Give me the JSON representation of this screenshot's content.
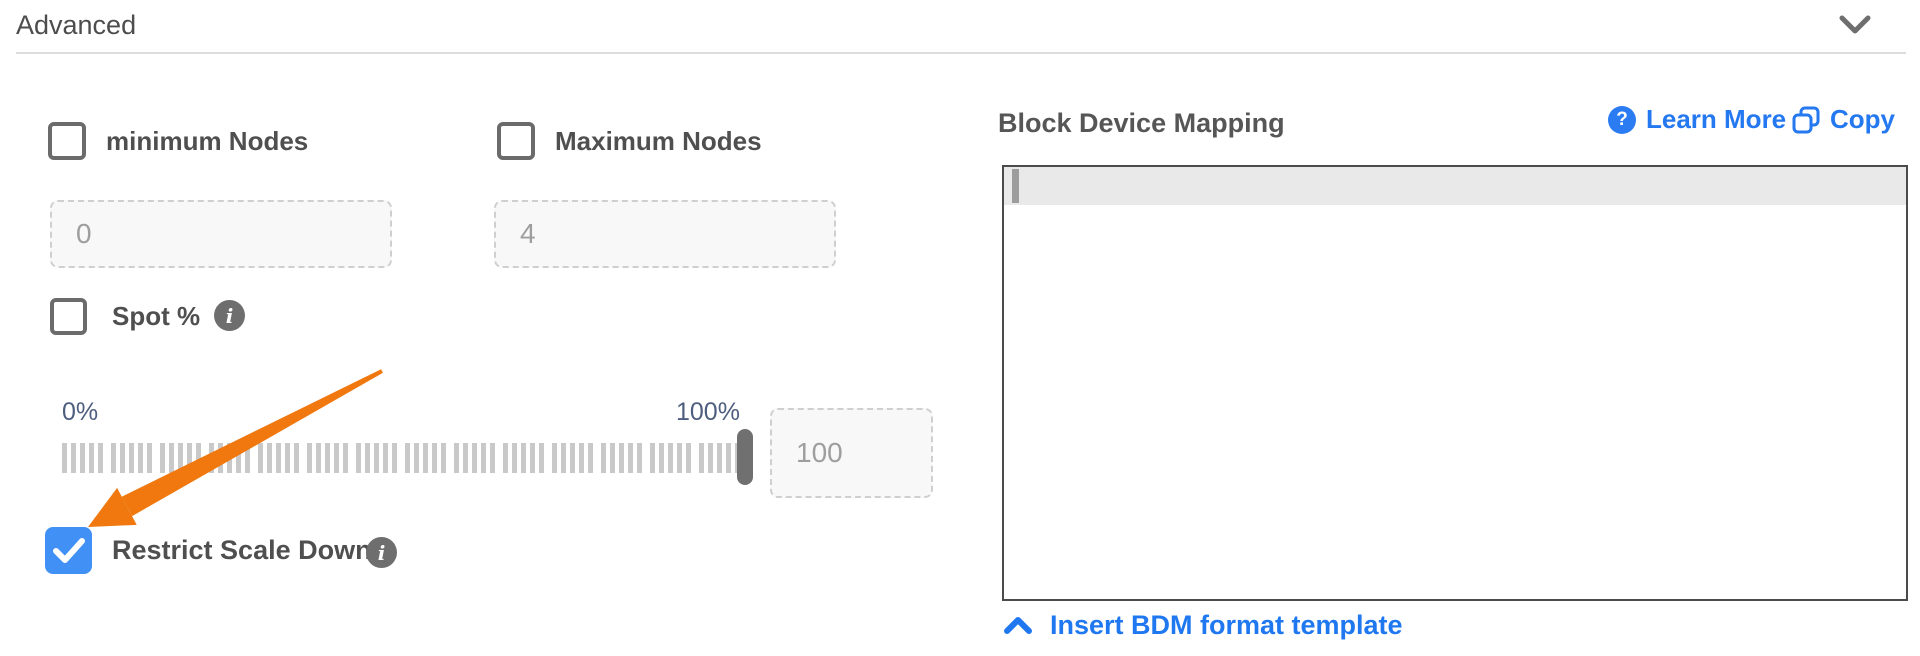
{
  "header": {
    "title": "Advanced",
    "collapse_icon": "chevron-down-icon"
  },
  "advanced_section": {
    "minimum_nodes": {
      "label": "minimum Nodes",
      "checked": false,
      "value": "0"
    },
    "maximum_nodes": {
      "label": "Maximum Nodes",
      "checked": false,
      "value": "4"
    },
    "spot_percent": {
      "label": "Spot %",
      "checked": false,
      "info_icon": "info-icon"
    },
    "spot_slider": {
      "min_label": "0%",
      "max_label": "100%",
      "value": "100"
    },
    "restrict_scale_down": {
      "label": "Restrict Scale Down",
      "checked": true,
      "info_icon": "info-icon"
    },
    "annotation": {
      "type": "orange-arrow",
      "points_to": "restrict_scale_down checkbox"
    }
  },
  "block_device_mapping": {
    "title": "Block Device Mapping",
    "learn_more_label": "Learn More",
    "copy_label": "Copy",
    "editor_content": "",
    "insert_template_label": "Insert BDM format template"
  },
  "colors": {
    "checked_checkbox_blue": "#4090f5",
    "link_blue": "#2478f0",
    "arrow_orange": "#f0780f",
    "slider_label_slate": "#4e5e7e",
    "editor_border": "#4b4b4b",
    "editor_active_line": "#e9e9e9"
  }
}
